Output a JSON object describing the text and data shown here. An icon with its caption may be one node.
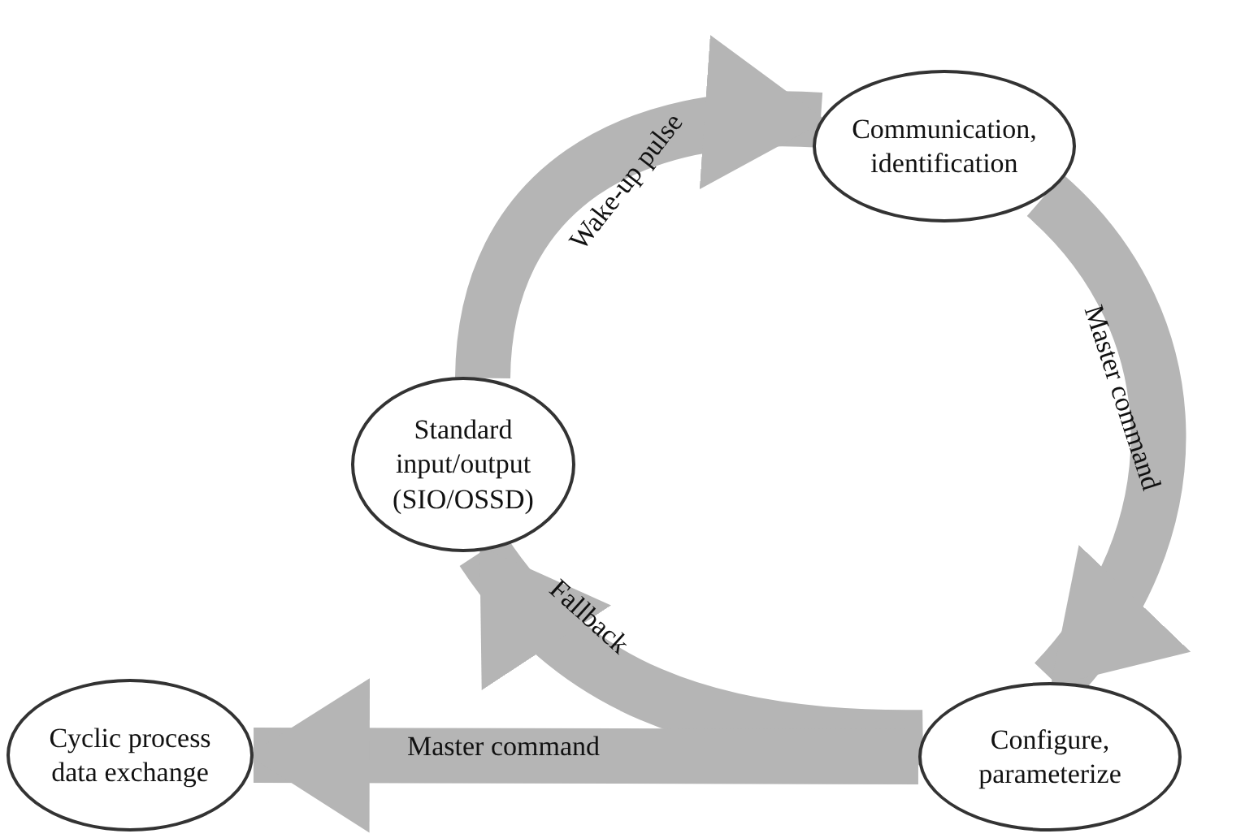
{
  "diagram": {
    "nodes": [
      {
        "text": [
          "Communication, identification"
        ]
      },
      {
        "text": [
          "Standard input/output (SIO/OSSD)"
        ]
      },
      {
        "text": [
          "Configure, parameterize"
        ]
      },
      {
        "text": [
          "Cyclic process data exchange"
        ]
      }
    ],
    "edges": [
      {
        "from": 1,
        "to": 0,
        "arrow": "to",
        "label": "Wake-up pulse"
      },
      {
        "from": 0,
        "to": 2,
        "arrow": "to",
        "label": "Master command"
      },
      {
        "from": 2,
        "to": 1,
        "arrow": "to",
        "label": "Fallback"
      },
      {
        "from": 2,
        "to": 3,
        "arrow": "to",
        "label": "Master command"
      }
    ]
  }
}
